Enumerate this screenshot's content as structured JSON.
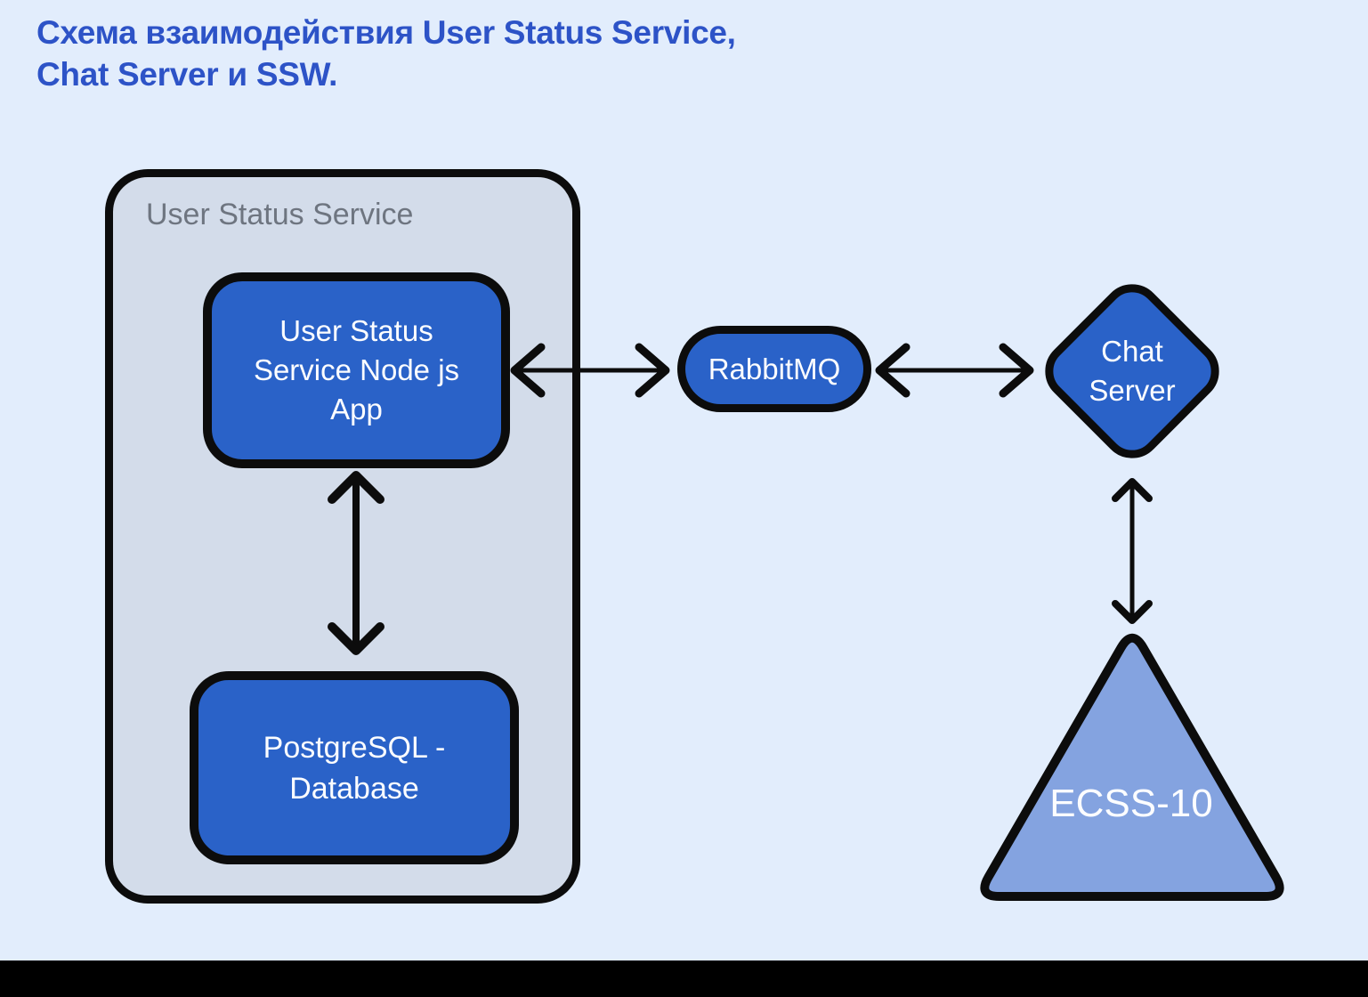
{
  "title": {
    "line1": "Схема взаимодействия User Status Service,",
    "line2": "Chat Server и SSW."
  },
  "diagram": {
    "container": {
      "label": "User Status Service"
    },
    "nodes": {
      "node_app": {
        "line1": "User Status",
        "line2": "Service Node js",
        "line3": "App"
      },
      "postgres": {
        "line1": "PostgreSQL -",
        "line2": "Database"
      },
      "rabbitmq": {
        "label": "RabbitMQ"
      },
      "chat_server": {
        "line1": "Chat",
        "line2": "Server"
      },
      "ecss10": {
        "label": "ECSS-10"
      }
    },
    "edges": [
      {
        "from": "User Status Service Node js App",
        "to": "RabbitMQ",
        "type": "bidirectional"
      },
      {
        "from": "RabbitMQ",
        "to": "Chat Server",
        "type": "bidirectional"
      },
      {
        "from": "User Status Service Node js App",
        "to": "PostgreSQL - Database",
        "type": "bidirectional"
      },
      {
        "from": "Chat Server",
        "to": "ECSS-10",
        "type": "bidirectional"
      }
    ],
    "colors": {
      "background": "#e2edfc",
      "container_fill": "#d3dcea",
      "node_fill": "#2a62c8",
      "triangle_fill": "#84a3e0",
      "outline": "#0c0c0c",
      "title_text": "#2d53c7",
      "container_label_text": "#6e7580",
      "node_text": "#fcfdff",
      "footer_bar": "#000000"
    }
  }
}
